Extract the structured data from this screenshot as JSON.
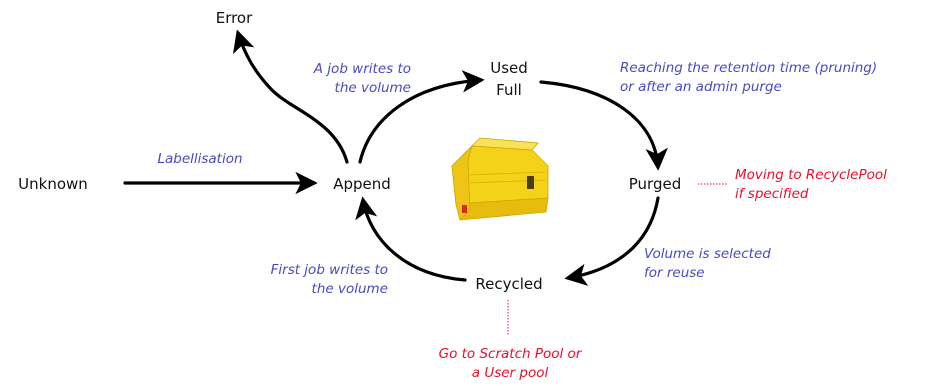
{
  "diagram": {
    "states": {
      "error": "Error",
      "unknown": "Unknown",
      "append": "Append",
      "used": "Used",
      "full": "Full",
      "purged": "Purged",
      "recycled": "Recycled"
    },
    "transitions": {
      "labellisation": "Labellisation",
      "job_writes_1": "A job writes to",
      "job_writes_2": "the volume",
      "retention_1": "Reaching the retention time (pruning)",
      "retention_2": "or after an admin purge",
      "selected_1": "Volume is selected",
      "selected_2": "for reuse",
      "first_job_1": "First job writes to",
      "first_job_2": "the volume"
    },
    "notes": {
      "recycle_pool_1": "Moving to RecyclePool",
      "recycle_pool_2": "if specified",
      "scratch_pool_1": "Go to Scratch Pool or",
      "scratch_pool_2": "a User pool"
    },
    "colors": {
      "arrow": "#000000",
      "transition_text": "#4a4ac0",
      "note_text": "#e8102a",
      "tape": "#f5d21a"
    },
    "icon": "lto-tape-cartridge-icon"
  }
}
